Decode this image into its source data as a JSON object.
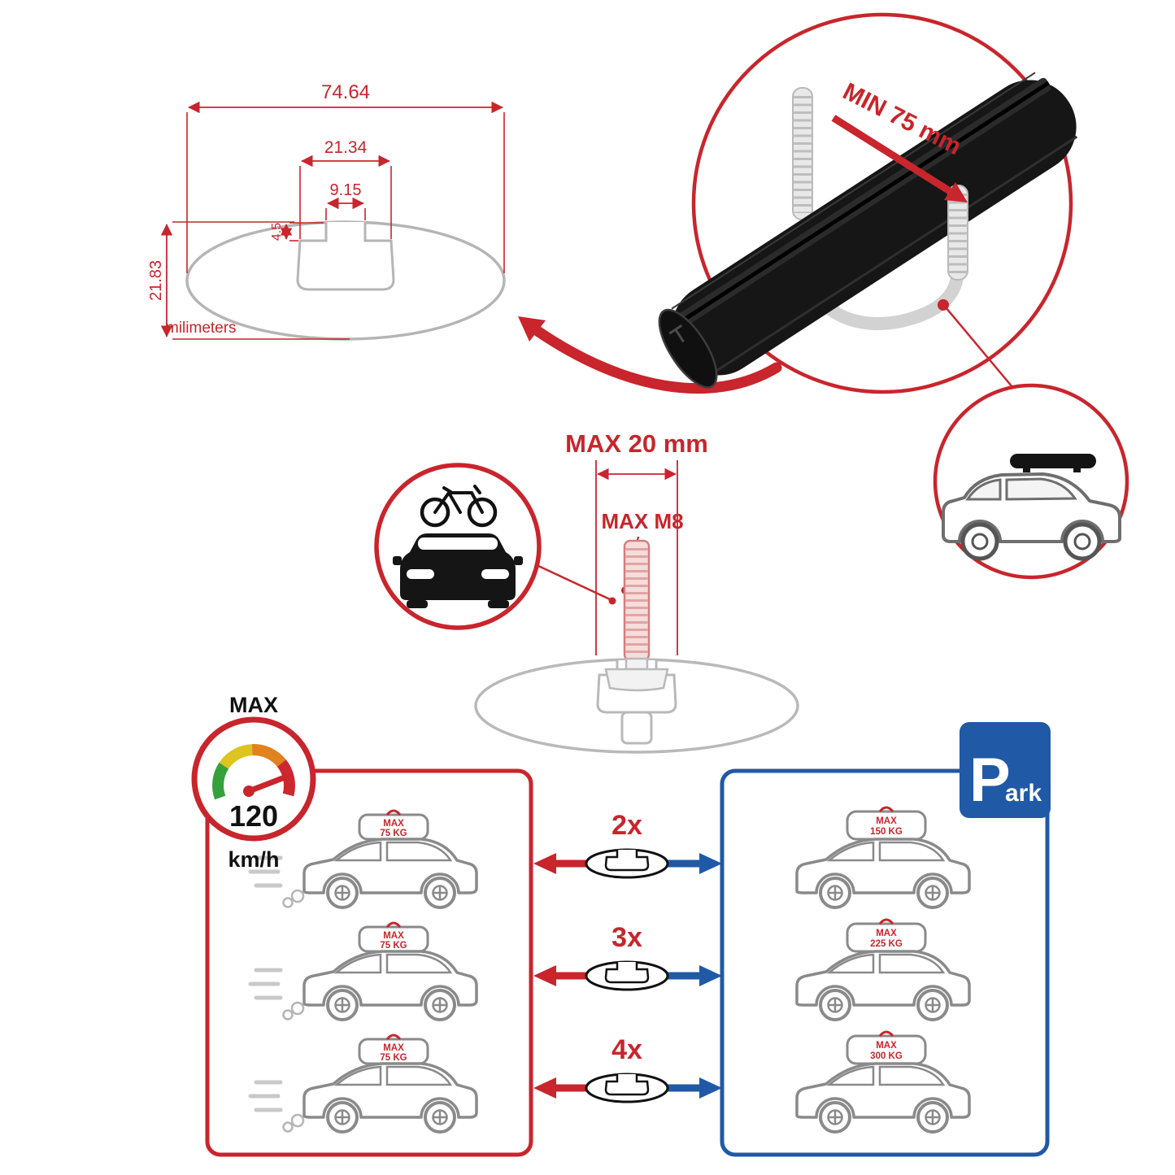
{
  "colors": {
    "red": "#c9252c",
    "blue": "#2059a5",
    "gray": "#b5b5b5",
    "black": "#151515"
  },
  "profile_dimensions": {
    "total_width": "74.64",
    "channel_width": "21.34",
    "slot_width": "9.15",
    "slot_depth": "4.5",
    "total_height": "21.83",
    "units_label": "milimeters"
  },
  "bar_detail": {
    "min_clearance_label": "MIN 75 mm"
  },
  "bolt_detail": {
    "max_length_label": "MAX 20 mm",
    "max_thread_label": "MAX M8"
  },
  "speed_limit": {
    "max_label": "MAX",
    "value": "120",
    "unit": "km/h"
  },
  "parking_sign": {
    "p": "P",
    "ark": "ark"
  },
  "driving_section": {
    "cars": [
      {
        "line1": "MAX",
        "line2": "75 KG"
      },
      {
        "line1": "MAX",
        "line2": "75 KG"
      },
      {
        "line1": "MAX",
        "line2": "75 KG"
      }
    ]
  },
  "parked_section": {
    "cars": [
      {
        "line1": "MAX",
        "line2": "150 KG"
      },
      {
        "line1": "MAX",
        "line2": "225 KG"
      },
      {
        "line1": "MAX",
        "line2": "300 KG"
      }
    ]
  },
  "multipliers": [
    {
      "label": "2x"
    },
    {
      "label": "3x"
    },
    {
      "label": "4x"
    }
  ]
}
